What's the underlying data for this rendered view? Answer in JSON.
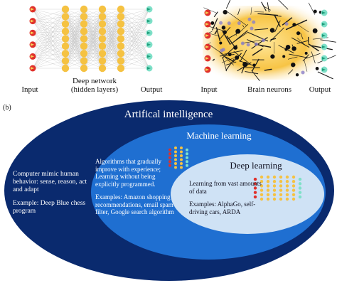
{
  "panel_a": {
    "deep_network": {
      "input_label": "Input",
      "middle_label_1": "Deep network",
      "middle_label_2": "(hidden layers)",
      "output_label": "Output",
      "input_node_color": "#e0302a",
      "hidden_node_color": "#f5c242",
      "output_node_color": "#7fe0c8"
    },
    "brain": {
      "input_label": "Input",
      "middle_label": "Brain neurons",
      "output_label": "Output",
      "background_color": "#f7c445"
    }
  },
  "panel_b": {
    "label": "(b)",
    "ai": {
      "title": "Artifical intelligence",
      "description": "Computer mimic human behavior: sense, reason, act and adapt",
      "example": "Example: Deep Blue chess program",
      "color": "#0a2a6e"
    },
    "ml": {
      "title": "Machine learning",
      "description": "Algorithms that gradually improve with experience; Learning without being explicitly programmed.",
      "examples": "Examples: Amazon shopping recommendations, email spam filter, Google search algorithm",
      "color": "#1f6fd1"
    },
    "dl": {
      "title": "Deep learning",
      "description": "Learning from vast amounts of data",
      "examples": "Examples: AlphaGo, self-driving cars, ARDA",
      "color": "#cfe2f5"
    }
  }
}
